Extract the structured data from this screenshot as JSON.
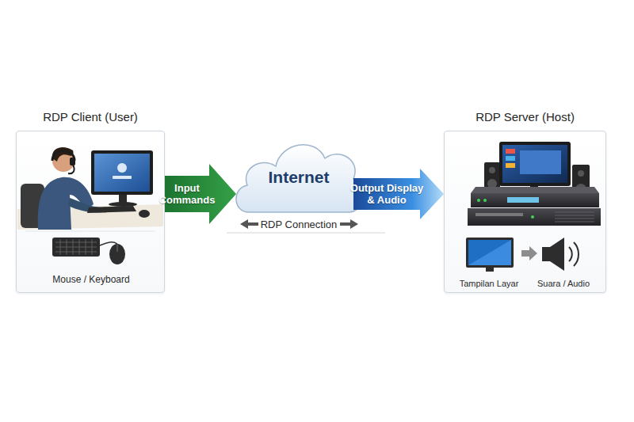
{
  "diagram": {
    "nodes": [
      {
        "text": [
          "RDP Client (User)"
        ]
      },
      {
        "text": [
          "Internet"
        ]
      },
      {
        "text": [
          "RDP Server (Host)"
        ]
      }
    ],
    "edges": [
      {
        "from": 0,
        "to": 1,
        "arrow": "to",
        "label": "Input Commands"
      },
      {
        "from": 1,
        "to": 2,
        "arrow": "to",
        "label": "Output Display & Audio"
      }
    ],
    "labels": [
      "Mouse / Keyboard",
      "RDP Connection",
      "Tampilan Layar",
      "Suara / Audio"
    ]
  }
}
